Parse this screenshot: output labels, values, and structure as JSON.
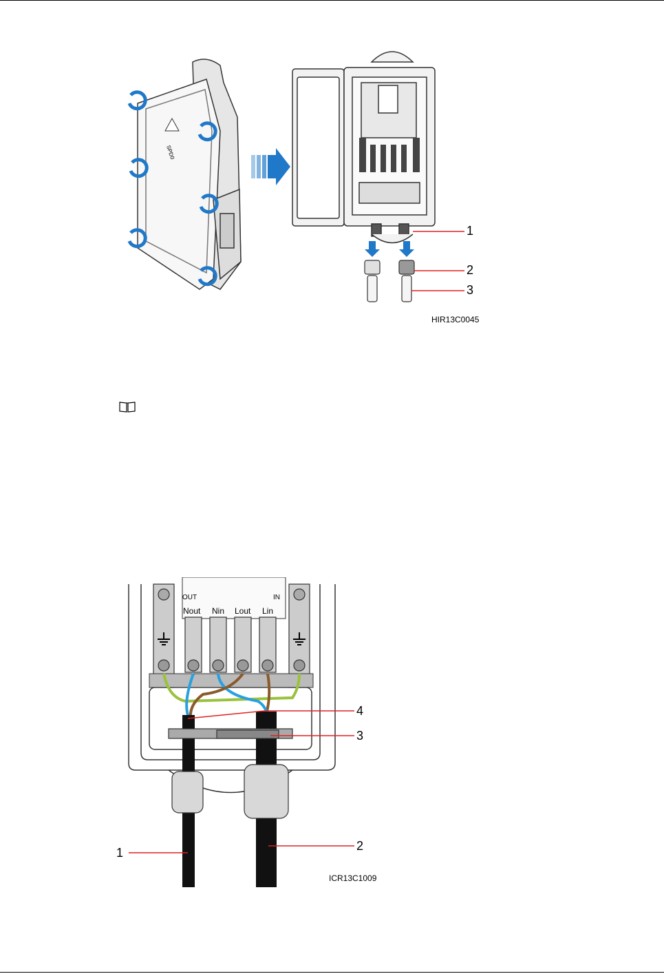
{
  "figure1": {
    "code": "HIR13C0045",
    "callouts": [
      "1",
      "2",
      "3"
    ],
    "box_label": "SPD0"
  },
  "note": {
    "icon": "book-icon"
  },
  "figure2": {
    "code": "ICR13C1009",
    "terminals": [
      "Nout",
      "Nin",
      "Lout",
      "Lin"
    ],
    "port_out": "OUT",
    "port_in": "IN",
    "callouts": [
      "1",
      "2",
      "3",
      "4"
    ]
  },
  "colors": {
    "arrow_blue": "#1f78c8",
    "callout_red": "#e02020",
    "wire_blue": "#2aa0e0",
    "wire_brown": "#8a5a2b",
    "wire_green": "#9ac23c"
  }
}
